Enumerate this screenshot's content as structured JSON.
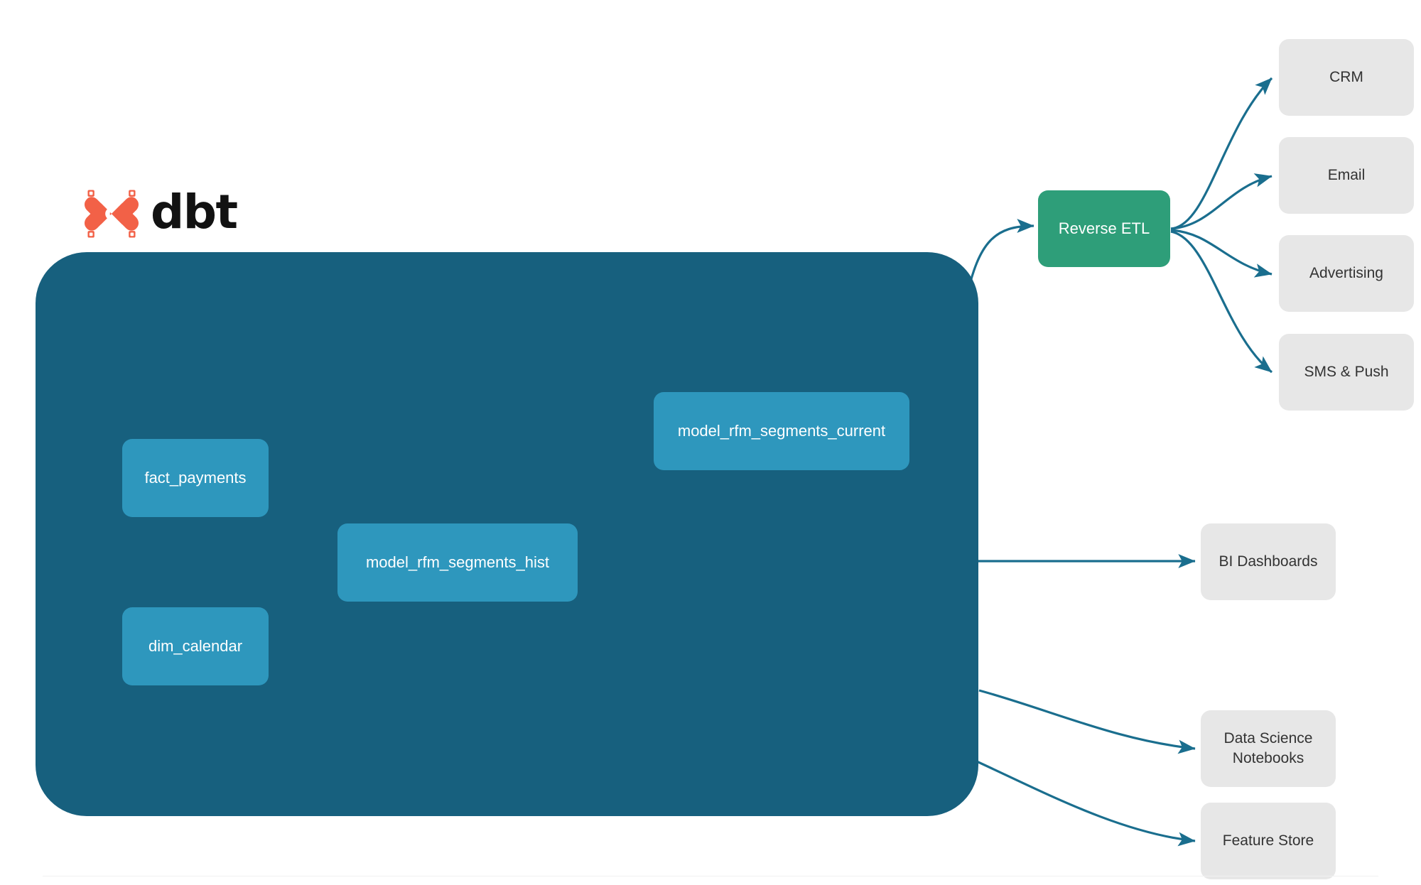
{
  "brand": {
    "wordmark": "dbt",
    "mark_icon": "dbt-x-logo-icon",
    "mark_color": "#f26147"
  },
  "colors": {
    "container_fill": "#17607e",
    "model_node_fill": "#2e97bd",
    "reverse_etl_fill": "#2e9e79",
    "destination_fill": "#e7e7e7",
    "edge_outer": "#1a6e8e",
    "edge_inner": "#3f93ae",
    "canvas_background": "#ffffff",
    "node_label": "#ffffff",
    "destination_label": "#333333"
  },
  "container": {
    "name": "dbt-project-container"
  },
  "nodes": {
    "models": [
      {
        "id": "fact_payments",
        "label": "fact_payments"
      },
      {
        "id": "dim_calendar",
        "label": "dim_calendar"
      },
      {
        "id": "model_rfm_segments_hist",
        "label": "model_rfm_segments_hist"
      },
      {
        "id": "model_rfm_segments_current",
        "label": "model_rfm_segments_current"
      }
    ],
    "reverse_etl": {
      "id": "reverse_etl",
      "label": "Reverse ETL"
    },
    "activation_destinations": [
      {
        "id": "crm",
        "label": "CRM"
      },
      {
        "id": "email",
        "label": "Email"
      },
      {
        "id": "advertising",
        "label": "Advertising"
      },
      {
        "id": "sms_push",
        "label": "SMS & Push"
      }
    ],
    "analytics_destinations": [
      {
        "id": "bi_dashboards",
        "label": "BI Dashboards"
      },
      {
        "id": "ds_notebooks",
        "label_line1": "Data Science",
        "label_line2": "Notebooks"
      },
      {
        "id": "feature_store",
        "label": "Feature Store"
      }
    ]
  },
  "edges": [
    {
      "from": "fact_payments",
      "to": "model_rfm_segments_hist",
      "arrow": true
    },
    {
      "from": "dim_calendar",
      "to": "model_rfm_segments_hist",
      "arrow": true
    },
    {
      "from": "model_rfm_segments_hist",
      "to": "model_rfm_segments_current",
      "arrow": true
    },
    {
      "from": "model_rfm_segments_current",
      "to": "reverse_etl",
      "arrow": true
    },
    {
      "from": "model_rfm_segments_hist",
      "to": "bi_dashboards",
      "arrow": true
    },
    {
      "from": "model_rfm_segments_hist",
      "to": "ds_notebooks",
      "arrow": true
    },
    {
      "from": "model_rfm_segments_hist",
      "to": "feature_store",
      "arrow": true
    },
    {
      "from": "reverse_etl",
      "to": "crm",
      "arrow": true
    },
    {
      "from": "reverse_etl",
      "to": "email",
      "arrow": true
    },
    {
      "from": "reverse_etl",
      "to": "advertising",
      "arrow": true
    },
    {
      "from": "reverse_etl",
      "to": "sms_push",
      "arrow": true
    }
  ]
}
